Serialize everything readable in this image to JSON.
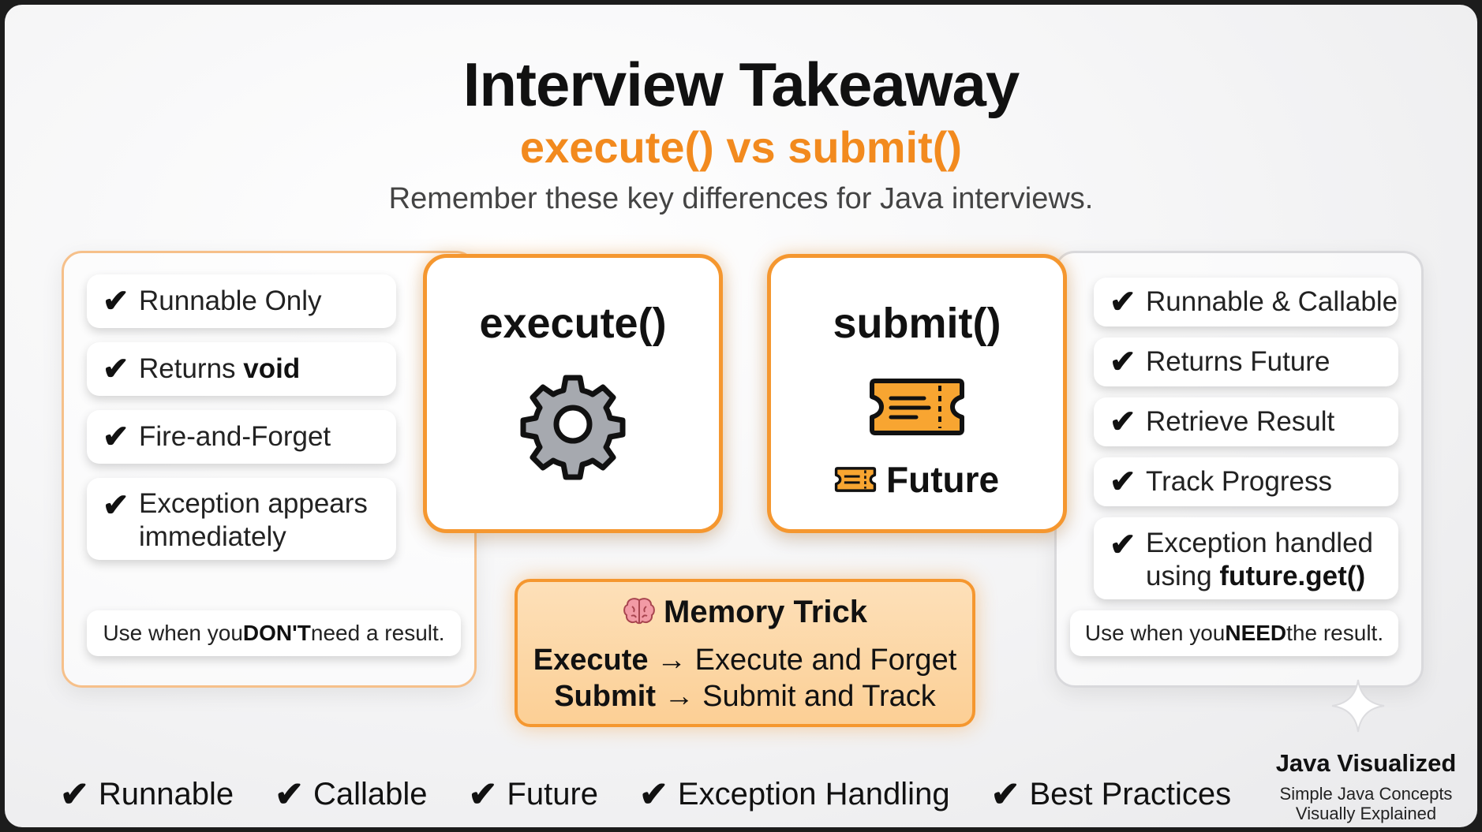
{
  "header": {
    "title": "Interview Takeaway",
    "subtitle": "execute() vs submit()",
    "tagline": "Remember these key differences for Java interviews."
  },
  "left": {
    "items": [
      {
        "text": "Runnable Only"
      },
      {
        "pre": "Returns ",
        "bold": "void"
      },
      {
        "text": "Fire-and-Forget"
      },
      {
        "line1": "Exception appears",
        "line2": "immediately"
      }
    ],
    "note": {
      "pre": "Use when you ",
      "bold": "DON'T",
      "post": " need a result."
    }
  },
  "execute_card": {
    "title": "execute()",
    "icon": "gear-icon"
  },
  "submit_card": {
    "title": "submit()",
    "icon": "ticket-icon",
    "future_label": "Future"
  },
  "right": {
    "items": [
      {
        "text": "Runnable & Callable"
      },
      {
        "text": "Returns Future"
      },
      {
        "text": "Retrieve Result"
      },
      {
        "text": "Track Progress"
      },
      {
        "line1": "Exception handled",
        "line2_pre": "using ",
        "line2_bold": "future.get()"
      }
    ],
    "note": {
      "pre": "Use when you ",
      "bold": "NEED",
      "post": " the result."
    }
  },
  "memory": {
    "title": "Memory Trick",
    "icon": "brain-icon",
    "line1": {
      "bold": "Execute",
      "arrow": "→",
      "rest": "Execute and Forget"
    },
    "line2": {
      "bold": "Submit",
      "arrow": "→",
      "rest": "Submit and Track"
    }
  },
  "footer": {
    "items": [
      "Runnable",
      "Callable",
      "Future",
      "Exception Handling",
      "Best Practices"
    ]
  },
  "brand": {
    "title": "Java Visualized",
    "line1": "Simple Java Concepts",
    "line2": "Visually Explained"
  },
  "check_glyph": "✔",
  "colors": {
    "accent": "#f28a1e",
    "border": "#f5972f",
    "memory_bg": "#fcd6a5"
  }
}
